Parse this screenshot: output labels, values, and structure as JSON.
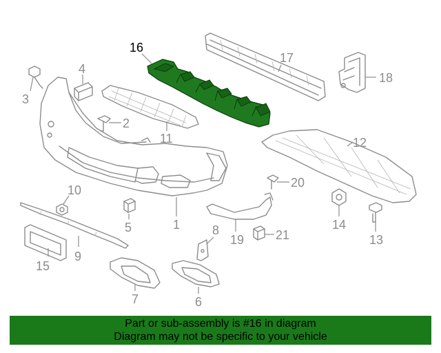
{
  "callouts": {
    "c1": "1",
    "c2": "2",
    "c3": "3",
    "c4": "4",
    "c5": "5",
    "c6": "6",
    "c7": "7",
    "c8": "8",
    "c9": "9",
    "c10": "10",
    "c11": "11",
    "c12": "12",
    "c13": "13",
    "c14": "14",
    "c15": "15",
    "c16": "16",
    "c17": "17",
    "c18": "18",
    "c19": "19",
    "c20": "20",
    "c21": "21"
  },
  "highlight_color": "#1a7a1a",
  "banner": {
    "line1": "Part or sub-assembly is #16 in diagram",
    "line2": "Diagram may not be specific to your vehicle"
  }
}
